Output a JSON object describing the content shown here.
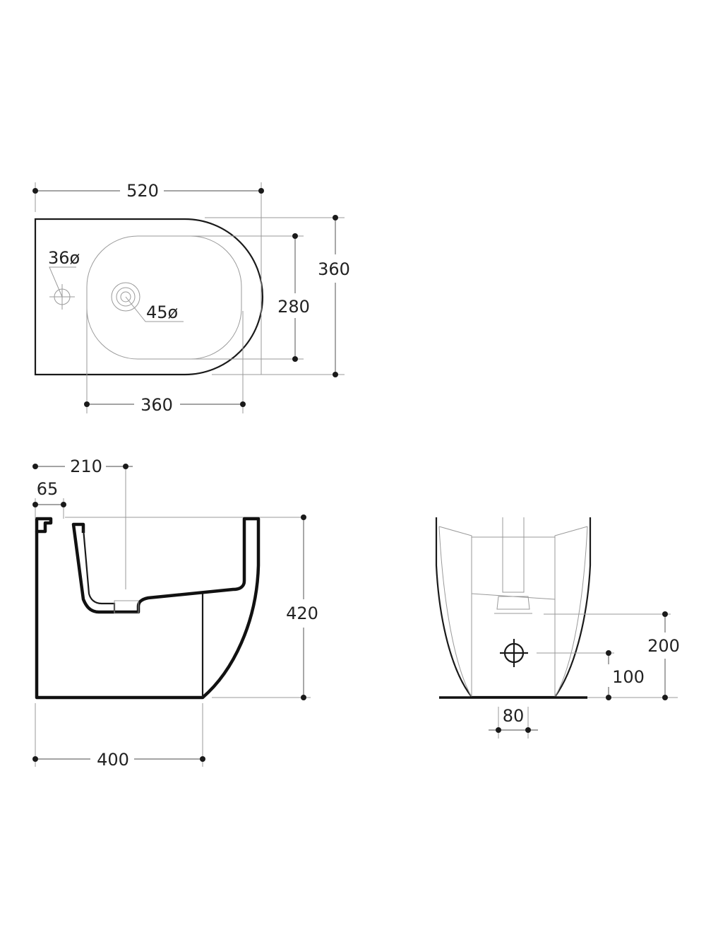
{
  "top_view": {
    "overall_width": "520",
    "overall_depth": "360",
    "bowl_depth": "280",
    "bowl_width": "360",
    "tap_hole": "36ø",
    "drain_hole": "45ø"
  },
  "side_view": {
    "drain_offset": "210",
    "tap_offset": "65",
    "height": "420",
    "base_length": "400"
  },
  "rear_view": {
    "waste_height": "200",
    "supply_height": "100",
    "supply_offset": "80"
  },
  "colors": {
    "outline": "#1a1a1a",
    "dimension": "#6e6e6e"
  }
}
